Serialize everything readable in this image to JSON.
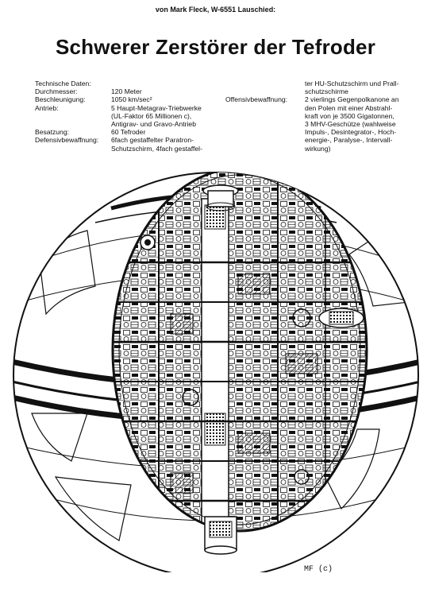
{
  "byline": "von Mark Fleck, W-6551 Lauschied:",
  "title": "Schwerer Zerstörer der Tefroder",
  "specs_left": {
    "heading": "Technische Daten:",
    "rows": [
      {
        "label": "Durchmesser:",
        "lines": [
          "120 Meter"
        ]
      },
      {
        "label": "Beschleunigung:",
        "lines": [
          "1050 km/sec²"
        ]
      },
      {
        "label": "Antrieb:",
        "lines": [
          "5 Haupt-Metagrav-Triebwerke",
          "(UL-Faktor 65 Millionen c),",
          "Antigrav- und Gravo-Antrieb"
        ]
      },
      {
        "label": "Besatzung:",
        "lines": [
          "60 Tefroder"
        ]
      },
      {
        "label": "Defensivbewaffnung:",
        "lines": [
          "6fach gestaffelter Paratron-",
          "Schutzschirm, 4fach gestaffel-"
        ]
      }
    ]
  },
  "specs_right": {
    "continuation": [
      "ter HU-Schutzschirm und Prall-",
      "schutzschirme"
    ],
    "label": "Offensivbewaffnung:",
    "lines": [
      "2 vierlings Gegenpolkanone an",
      "den Polen mit einer Abstrahl-",
      "kraft von je 3500 Gigatonnen,",
      "3 MHV-Geschütze (wahlweise",
      "Impuls-, Desintegrator-, Hoch-",
      "energie-, Paralyse-, Intervall-",
      "wirkung)"
    ]
  },
  "credit": "MF (c)",
  "colors": {
    "ink": "#111111",
    "paper": "#ffffff"
  }
}
